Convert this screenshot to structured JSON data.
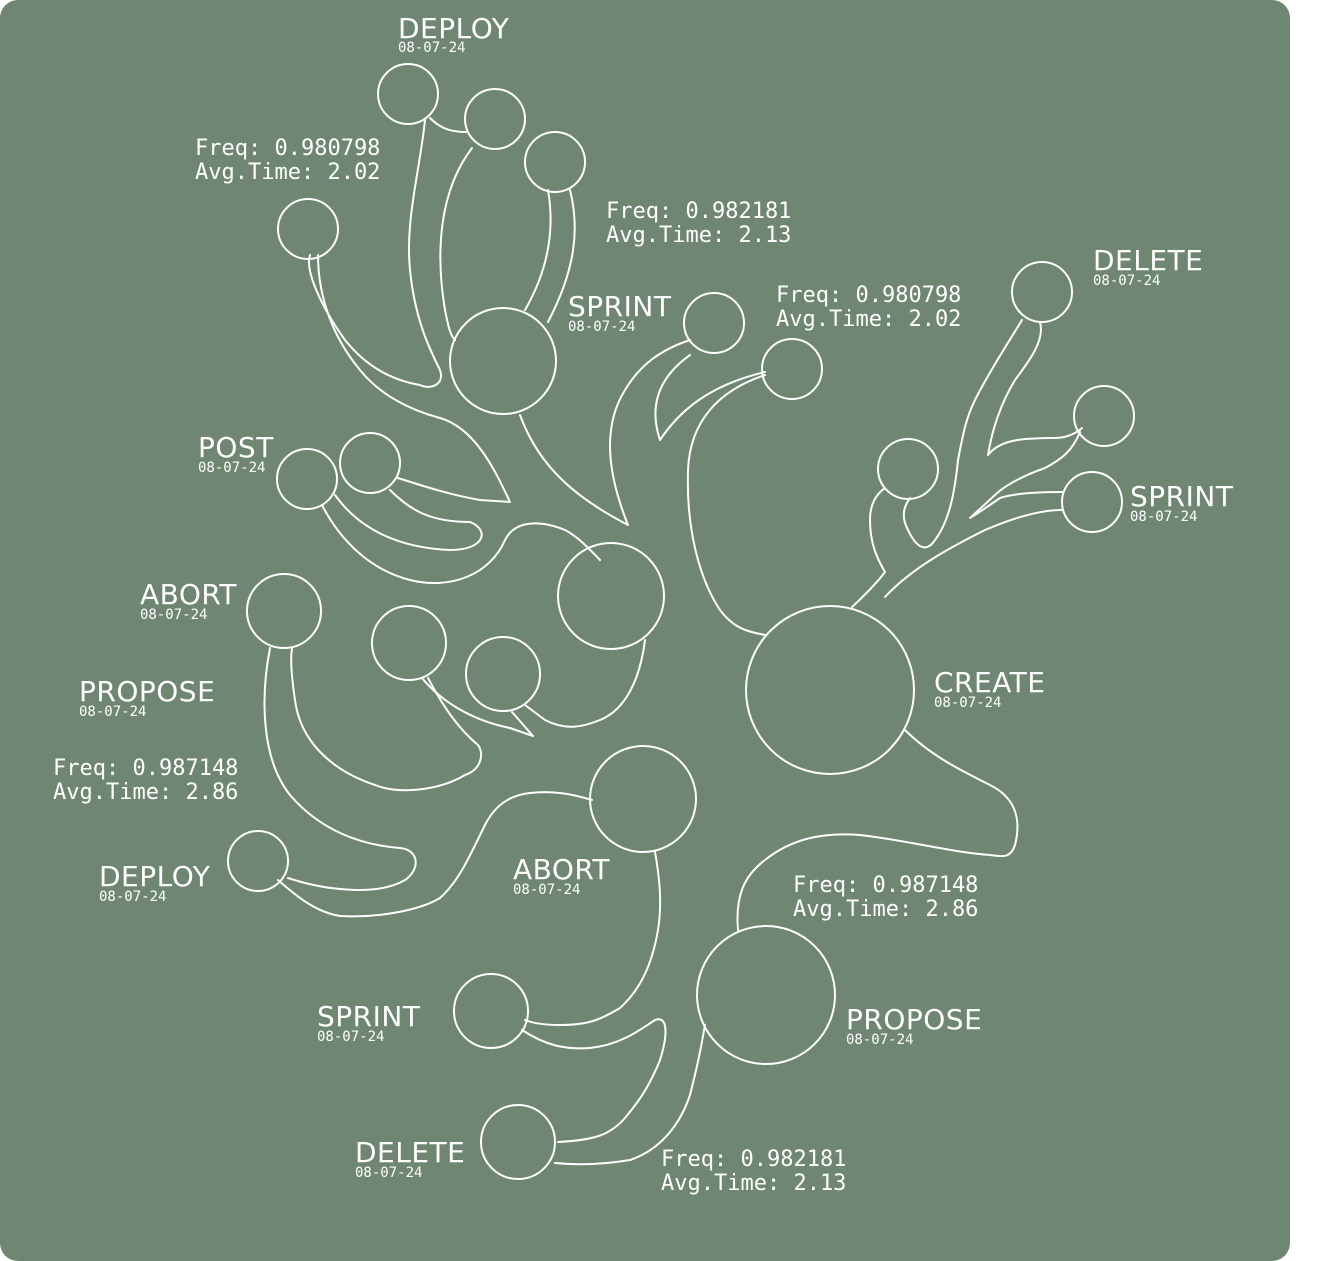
{
  "colors": {
    "background": "#6e8672",
    "stroke": "#ffffff",
    "text": "#ffffff"
  },
  "labels": [
    {
      "id": "deploy_top",
      "name": "DEPLOY",
      "date": "08-07-24"
    },
    {
      "id": "sprint_mid",
      "name": "SPRINT",
      "date": "08-07-24"
    },
    {
      "id": "delete_right",
      "name": "DELETE",
      "date": "08-07-24"
    },
    {
      "id": "sprint_right",
      "name": "SPRINT",
      "date": "08-07-24"
    },
    {
      "id": "post",
      "name": "POST",
      "date": "08-07-24"
    },
    {
      "id": "abort_left",
      "name": "ABORT",
      "date": "08-07-24"
    },
    {
      "id": "propose_left",
      "name": "PROPOSE",
      "date": "08-07-24"
    },
    {
      "id": "create",
      "name": "CREATE",
      "date": "08-07-24"
    },
    {
      "id": "deploy_left",
      "name": "DEPLOY",
      "date": "08-07-24"
    },
    {
      "id": "abort_mid",
      "name": "ABORT",
      "date": "08-07-24"
    },
    {
      "id": "sprint_bottom",
      "name": "SPRINT",
      "date": "08-07-24"
    },
    {
      "id": "propose_bottom",
      "name": "PROPOSE",
      "date": "08-07-24"
    },
    {
      "id": "delete_bottom",
      "name": "DELETE",
      "date": "08-07-24"
    }
  ],
  "stats": [
    {
      "id": "stat_top_left",
      "freq": "Freq: 0.980798",
      "time": "Avg.Time: 2.02"
    },
    {
      "id": "stat_top_mid",
      "freq": "Freq: 0.982181",
      "time": "Avg.Time: 2.13"
    },
    {
      "id": "stat_top_right",
      "freq": "Freq: 0.980798",
      "time": "Avg.Time: 2.02"
    },
    {
      "id": "stat_left",
      "freq": "Freq: 0.987148",
      "time": "Avg.Time: 2.86"
    },
    {
      "id": "stat_bottom_right",
      "freq": "Freq: 0.987148",
      "time": "Avg.Time: 2.86"
    },
    {
      "id": "stat_bottom",
      "freq": "Freq: 0.982181",
      "time": "Avg.Time: 2.13"
    }
  ]
}
